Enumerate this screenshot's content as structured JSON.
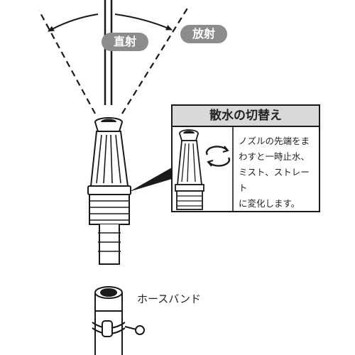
{
  "labels": {
    "direct_spray": "直射",
    "wide_spray": "放射",
    "hose_band": "ホースバンド"
  },
  "callout": {
    "title": "散水の切替え",
    "lines": [
      "ノズルの先端をま",
      "わすと一時止水、",
      "ミスト、ストレート",
      "に変化します。"
    ]
  },
  "colors": {
    "label_bg": "#8c8c8c",
    "callout_header_bg": "#d9d9d9",
    "line": "#1a1a1a"
  }
}
